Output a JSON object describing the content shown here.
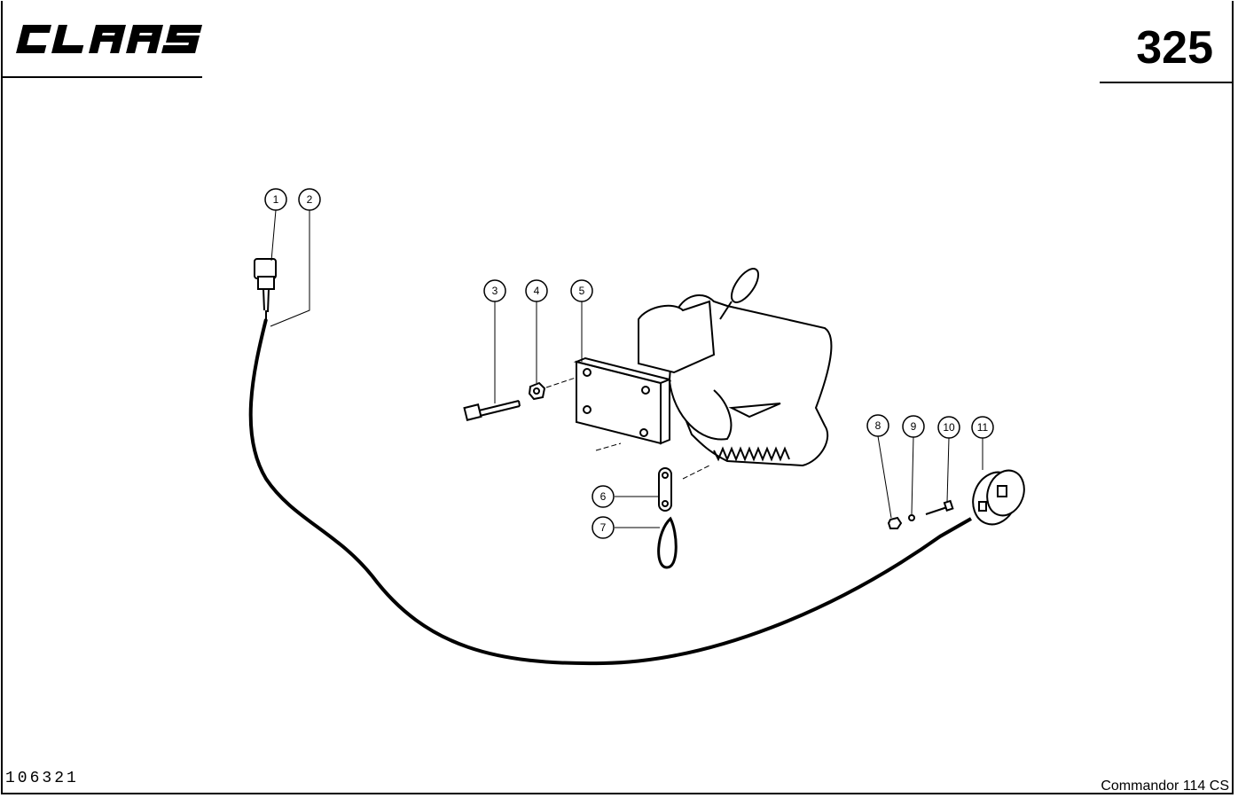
{
  "header": {
    "brand": "CLAAS",
    "page_number": "325"
  },
  "footer": {
    "drawing_number": "106321",
    "model": "Commandor 114 CS"
  },
  "callouts": [
    "1",
    "2",
    "3",
    "4",
    "5",
    "6",
    "7",
    "8",
    "9",
    "10",
    "11"
  ]
}
